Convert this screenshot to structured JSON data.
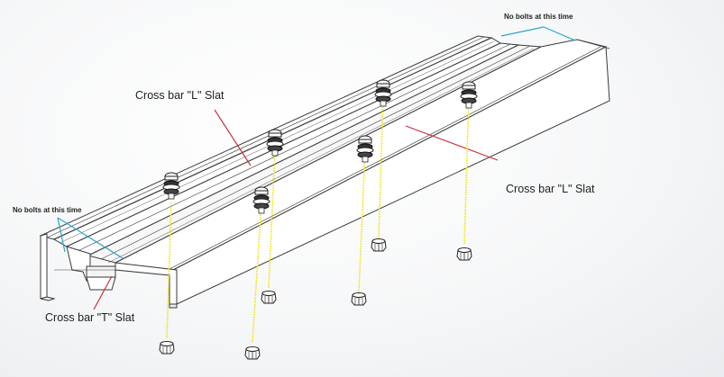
{
  "labels": {
    "no_bolts_top": "No bolts at this time",
    "no_bolts_left": "No bolts at this time",
    "l_slat_upper": "Cross bar \"L\" Slat",
    "l_slat_right": "Cross bar \"L\" Slat",
    "t_slat": "Cross bar \"T\" Slat"
  },
  "colors": {
    "outline": "#3a3a3a",
    "leader_red": "#c8323c",
    "leader_cyan": "#2aa7c9",
    "bolt_line": "#f0e300"
  }
}
